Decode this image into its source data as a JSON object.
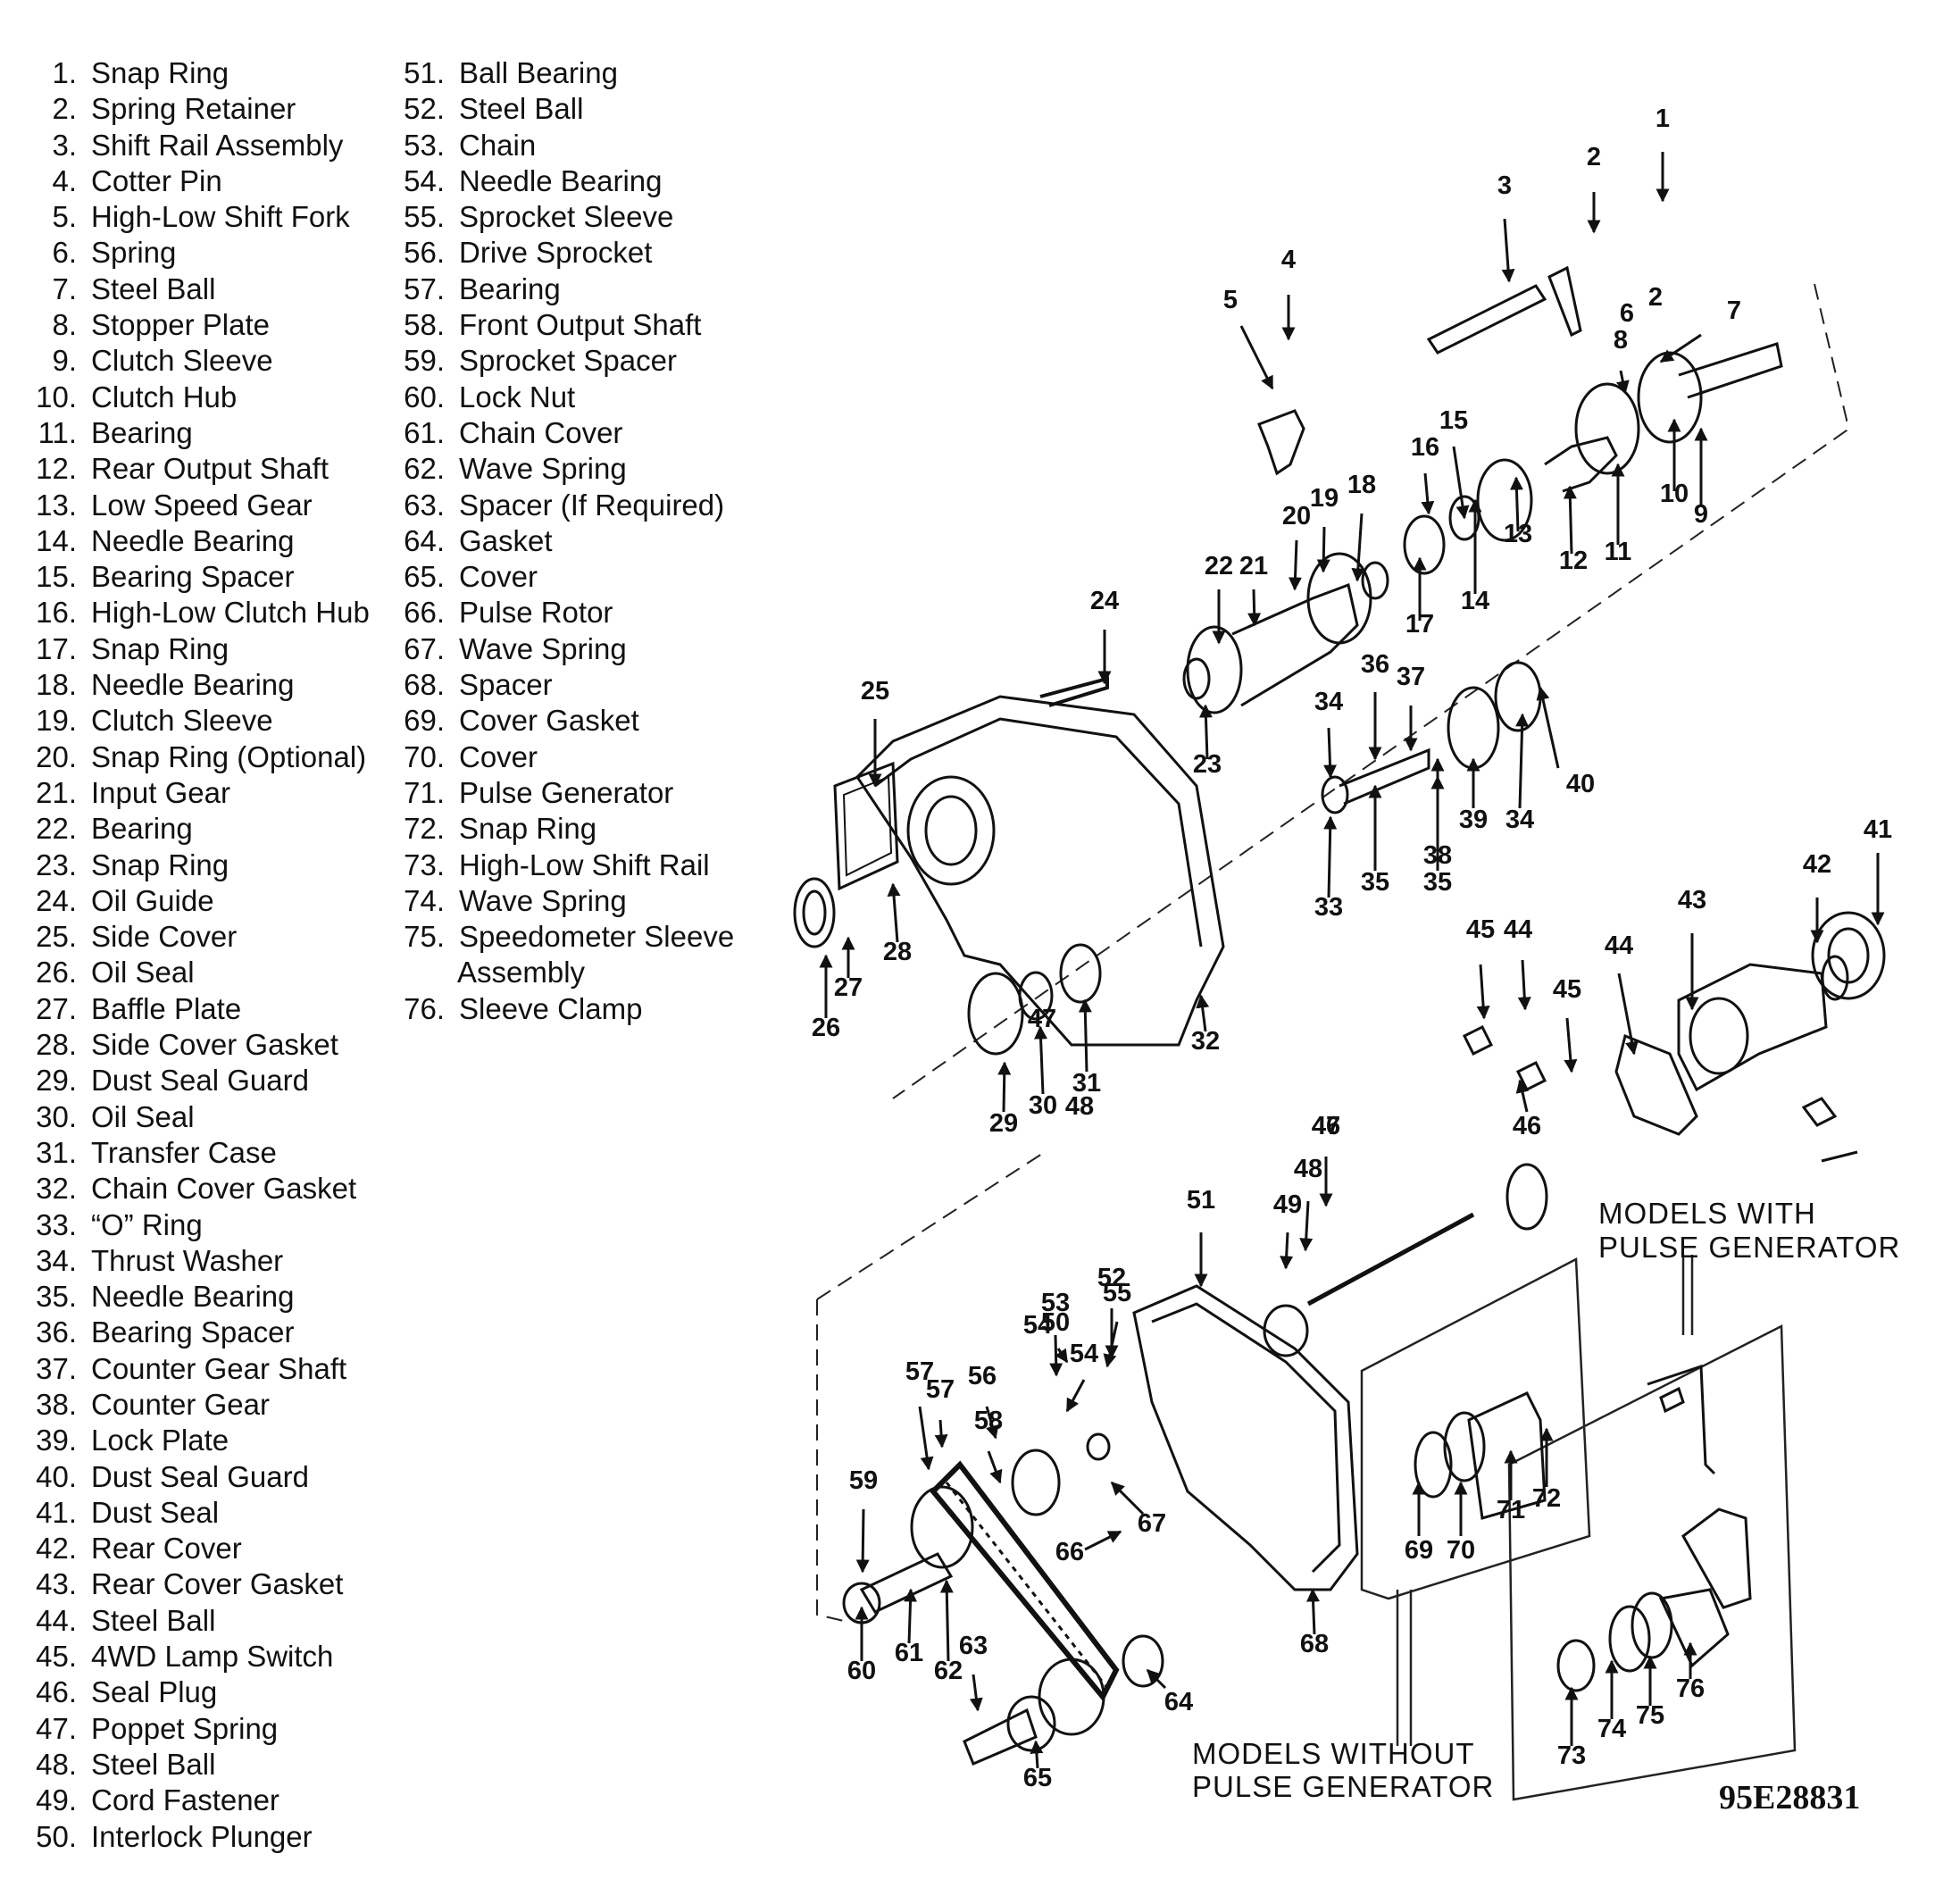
{
  "legend": {
    "items": [
      {
        "num": "1.",
        "label": "Snap Ring"
      },
      {
        "num": "2.",
        "label": "Spring Retainer"
      },
      {
        "num": "3.",
        "label": "Shift Rail Assembly"
      },
      {
        "num": "4.",
        "label": "Cotter Pin"
      },
      {
        "num": "5.",
        "label": "High-Low Shift Fork"
      },
      {
        "num": "6.",
        "label": "Spring"
      },
      {
        "num": "7.",
        "label": "Steel Ball"
      },
      {
        "num": "8.",
        "label": "Stopper Plate"
      },
      {
        "num": "9.",
        "label": "Clutch Sleeve"
      },
      {
        "num": "10.",
        "label": "Clutch Hub"
      },
      {
        "num": "11.",
        "label": "Bearing"
      },
      {
        "num": "12.",
        "label": "Rear Output Shaft"
      },
      {
        "num": "13.",
        "label": "Low Speed Gear"
      },
      {
        "num": "14.",
        "label": "Needle Bearing"
      },
      {
        "num": "15.",
        "label": "Bearing Spacer"
      },
      {
        "num": "16.",
        "label": "High-Low Clutch Hub"
      },
      {
        "num": "17.",
        "label": "Snap Ring"
      },
      {
        "num": "18.",
        "label": "Needle Bearing"
      },
      {
        "num": "19.",
        "label": "Clutch Sleeve"
      },
      {
        "num": "20.",
        "label": "Snap Ring (Optional)"
      },
      {
        "num": "21.",
        "label": "Input Gear"
      },
      {
        "num": "22.",
        "label": "Bearing"
      },
      {
        "num": "23.",
        "label": "Snap Ring"
      },
      {
        "num": "24.",
        "label": "Oil Guide"
      },
      {
        "num": "25.",
        "label": "Side Cover"
      },
      {
        "num": "26.",
        "label": "Oil Seal"
      },
      {
        "num": "27.",
        "label": "Baffle Plate"
      },
      {
        "num": "28.",
        "label": "Side Cover Gasket"
      },
      {
        "num": "29.",
        "label": "Dust Seal Guard"
      },
      {
        "num": "30.",
        "label": "Oil Seal"
      },
      {
        "num": "31.",
        "label": "Transfer Case"
      },
      {
        "num": "32.",
        "label": "Chain Cover Gasket"
      },
      {
        "num": "33.",
        "label": "“O” Ring"
      },
      {
        "num": "34.",
        "label": "Thrust Washer"
      },
      {
        "num": "35.",
        "label": "Needle Bearing"
      },
      {
        "num": "36.",
        "label": "Bearing Spacer"
      },
      {
        "num": "37.",
        "label": "Counter Gear Shaft"
      },
      {
        "num": "38.",
        "label": "Counter Gear"
      },
      {
        "num": "39.",
        "label": "Lock Plate"
      },
      {
        "num": "40.",
        "label": "Dust Seal Guard"
      },
      {
        "num": "41.",
        "label": "Dust Seal"
      },
      {
        "num": "42.",
        "label": "Rear Cover"
      },
      {
        "num": "43.",
        "label": "Rear Cover Gasket"
      },
      {
        "num": "44.",
        "label": "Steel Ball"
      },
      {
        "num": "45.",
        "label": "4WD Lamp Switch"
      },
      {
        "num": "46.",
        "label": "Seal Plug"
      },
      {
        "num": "47.",
        "label": "Poppet Spring"
      },
      {
        "num": "48.",
        "label": "Steel Ball"
      },
      {
        "num": "49.",
        "label": "Cord Fastener"
      },
      {
        "num": "50.",
        "label": "Interlock Plunger"
      },
      {
        "num": "51.",
        "label": "Ball Bearing"
      },
      {
        "num": "52.",
        "label": "Steel Ball"
      },
      {
        "num": "53.",
        "label": "Chain"
      },
      {
        "num": "54.",
        "label": "Needle Bearing"
      },
      {
        "num": "55.",
        "label": "Sprocket Sleeve"
      },
      {
        "num": "56.",
        "label": "Drive Sprocket"
      },
      {
        "num": "57.",
        "label": "Bearing"
      },
      {
        "num": "58.",
        "label": "Front Output Shaft"
      },
      {
        "num": "59.",
        "label": "Sprocket Spacer"
      },
      {
        "num": "60.",
        "label": "Lock Nut"
      },
      {
        "num": "61.",
        "label": "Chain Cover"
      },
      {
        "num": "62.",
        "label": "Wave Spring"
      },
      {
        "num": "63.",
        "label": "Spacer (If Required)"
      },
      {
        "num": "64.",
        "label": "Gasket"
      },
      {
        "num": "65.",
        "label": "Cover"
      },
      {
        "num": "66.",
        "label": "Pulse Rotor"
      },
      {
        "num": "67.",
        "label": "Wave Spring"
      },
      {
        "num": "68.",
        "label": "Spacer"
      },
      {
        "num": "69.",
        "label": "Cover Gasket"
      },
      {
        "num": "70.",
        "label": "Cover"
      },
      {
        "num": "71.",
        "label": "Pulse Generator"
      },
      {
        "num": "72.",
        "label": "Snap Ring"
      },
      {
        "num": "73.",
        "label": "High-Low Shift Rail"
      },
      {
        "num": "74.",
        "label": "Wave Spring"
      },
      {
        "num": "75.",
        "label": "Speedometer Sleeve",
        "label2": "Assembly"
      },
      {
        "num": "76.",
        "label": "Sleeve Clamp"
      }
    ]
  },
  "callouts": [
    "1",
    "2",
    "2",
    "3",
    "4",
    "5",
    "6",
    "7",
    "8",
    "9",
    "10",
    "11",
    "12",
    "13",
    "14",
    "15",
    "16",
    "17",
    "18",
    "19",
    "20",
    "21",
    "22",
    "23",
    "24",
    "25",
    "26",
    "27",
    "28",
    "29",
    "30",
    "31",
    "32",
    "33",
    "34",
    "34",
    "35",
    "35",
    "36",
    "37",
    "38",
    "39",
    "40",
    "41",
    "42",
    "43",
    "44",
    "44",
    "45",
    "45",
    "46",
    "46",
    "47",
    "47",
    "48",
    "48",
    "49",
    "50",
    "51",
    "52",
    "53",
    "54",
    "54",
    "55",
    "56",
    "57",
    "57",
    "58",
    "59",
    "60",
    "61",
    "62",
    "63",
    "64",
    "65",
    "66",
    "67",
    "68",
    "69",
    "70",
    "71",
    "72",
    "73",
    "74",
    "75",
    "76"
  ],
  "captions": {
    "with_pulse_line1": "MODELS WITH",
    "with_pulse_line2": "PULSE GENERATOR",
    "without_pulse_line1": "MODELS WITHOUT",
    "without_pulse_line2": "PULSE GENERATOR"
  },
  "figure_code": "95E28831"
}
